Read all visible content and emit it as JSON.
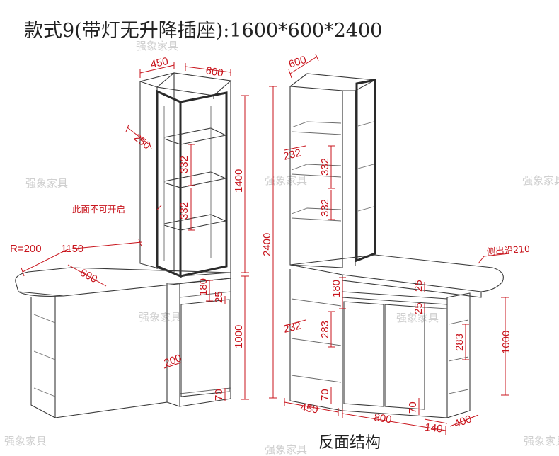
{
  "title": "款式9(带灯无升降插座):1600*600*2400",
  "caption": "反面结构",
  "watermark": "强象家具",
  "note_no_open": "此面不可开启",
  "note_side_edge": "侧出沿210",
  "radius_label": "R=200",
  "front_dims": {
    "d450": "450",
    "d600_top": "600",
    "d250": "250",
    "d332_upper": "332",
    "d332_lower": "332",
    "d1400": "1400",
    "d1150": "1150",
    "d600_counter": "600",
    "d180": "180",
    "d25": "25",
    "d1000": "1000",
    "d200": "200",
    "d70": "70"
  },
  "back_dims": {
    "d600_top": "600",
    "d232_upper": "232",
    "d332_upper": "332",
    "d332_lower": "332",
    "d2400": "2400",
    "d180": "180",
    "d25_a": "25",
    "d25_b": "25",
    "d232_lower": "232",
    "d283_left": "283",
    "d283_right": "283",
    "d1000": "1000",
    "d70_left": "70",
    "d70_right": "70",
    "d450": "450",
    "d800": "800",
    "d140": "140",
    "d400": "400"
  },
  "colors": {
    "dimension": "#c8141c",
    "line": "#3a3a3a",
    "watermark": "#cfcfcf"
  }
}
